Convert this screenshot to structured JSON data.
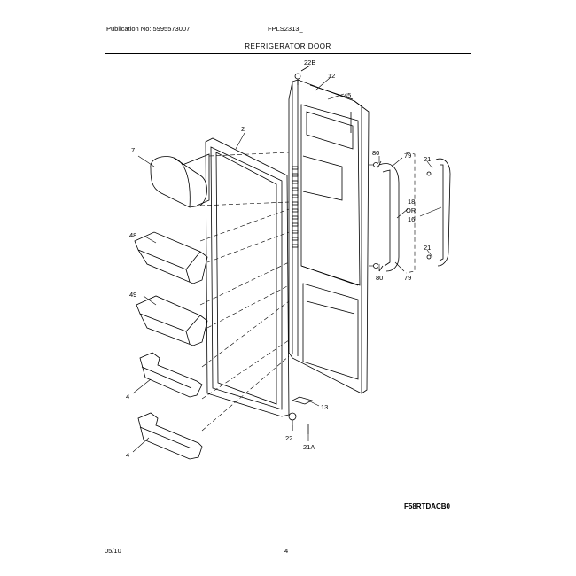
{
  "header": {
    "publication": "Publication No: 5995573007",
    "model": "FPLS2313_",
    "section_title": "REFRIGERATOR DOOR"
  },
  "callouts": {
    "c7": "7",
    "c2": "2",
    "c48": "48",
    "c49": "49",
    "c4a": "4",
    "c4b": "4",
    "c22b": "22B",
    "c12": "12",
    "c45": "45",
    "c80a": "80",
    "c79a": "79",
    "c21a": "21",
    "c18": "18",
    "or": "OR",
    "c16": "16",
    "c21b": "21",
    "c80b": "80",
    "c79b": "79",
    "c13": "13",
    "c22": "22",
    "c21A": "21A"
  },
  "figure_code": "F58RTDACB0",
  "footer": {
    "date": "05/10",
    "page": "4"
  }
}
